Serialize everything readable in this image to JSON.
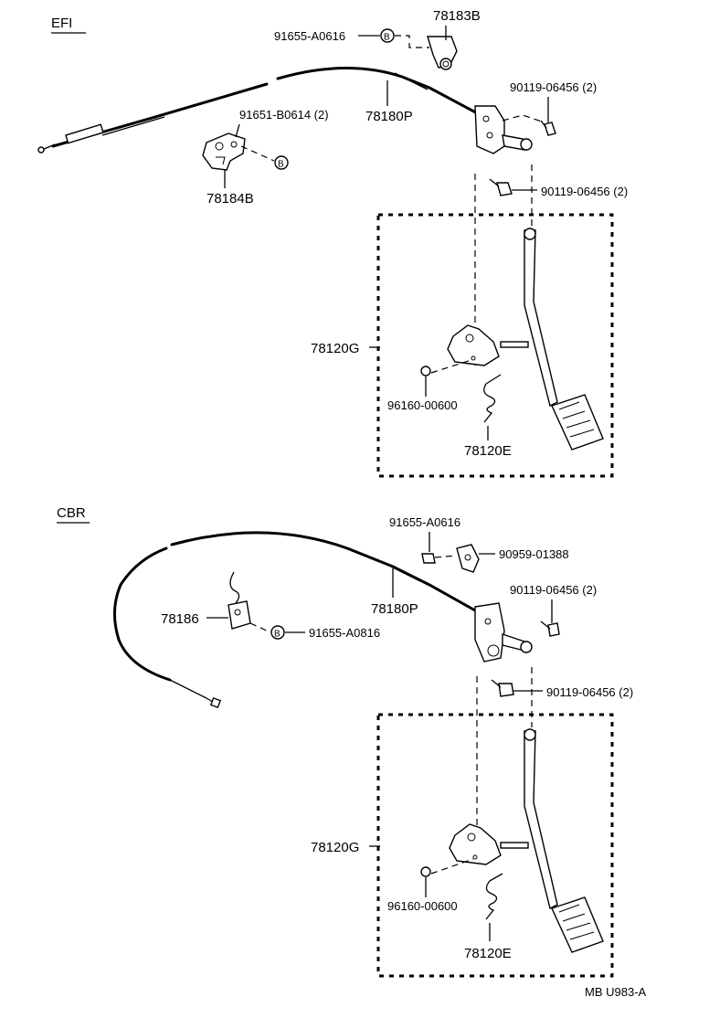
{
  "sections": {
    "efi": {
      "title": "EFI",
      "labels": {
        "clip_top": "78183B",
        "clip_bolt": "91655-A0616",
        "bolt_upper": "90119-06456 (2)",
        "cable": "78180P",
        "bracket_bolt": "91651-B0614 (2)",
        "bracket": "78184B",
        "bolt_lower": "90119-06456 (2)",
        "pedal_assy": "78120G",
        "clip_ring": "96160-00600",
        "spring": "78120E"
      },
      "callout": "B"
    },
    "cbr": {
      "title": "CBR",
      "labels": {
        "clip_bolt": "91655-A0616",
        "clip": "90959-01388",
        "bolt_upper": "90119-06456 (2)",
        "cable": "78180P",
        "bracket": "78186",
        "bracket_bolt": "91655-A0816",
        "bolt_lower": "90119-06456 (2)",
        "pedal_assy": "78120G",
        "clip_ring": "96160-00600",
        "spring": "78120E"
      },
      "callout": "B"
    }
  },
  "footer": {
    "code": "MB  U983-A"
  }
}
